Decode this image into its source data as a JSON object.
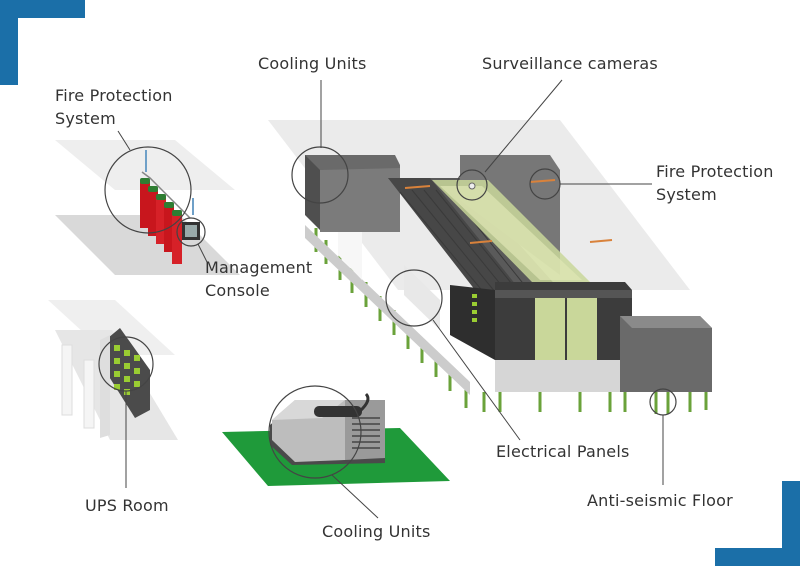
{
  "labels": {
    "cooling_units_top": "Cooling Units",
    "surveillance_cameras": "Surveillance cameras",
    "fire_protection_left_1": "Fire Protection",
    "fire_protection_left_2": "System",
    "fire_protection_right_1": "Fire Protection",
    "fire_protection_right_2": "System",
    "management_console_1": "Management",
    "management_console_2": "Console",
    "ups_room": "UPS Room",
    "electrical_panels": "Electrical Panels",
    "anti_seismic_floor": "Anti-seismic Floor",
    "cooling_units_bottom": "Cooling Units"
  },
  "colors": {
    "corner_accent": "#1b6fa8",
    "leader_line": "#444444",
    "callout_circle": "#444444",
    "floor_shadow": "#e4e4e4",
    "green_floor": "#1f9a3a",
    "pillar": "#6aa23a",
    "fire_red": "#c8161d",
    "dark_gray": "#4a4a4a",
    "mid_gray": "#7a7a7a",
    "light_gray": "#bdbdbd",
    "glass_green": "#c9d79a"
  },
  "icons": [
    "fire-extinguisher-cylinders",
    "camera-dome-icon",
    "server-racks",
    "ups-battery-cabinet",
    "cooling-unit-chiller"
  ]
}
